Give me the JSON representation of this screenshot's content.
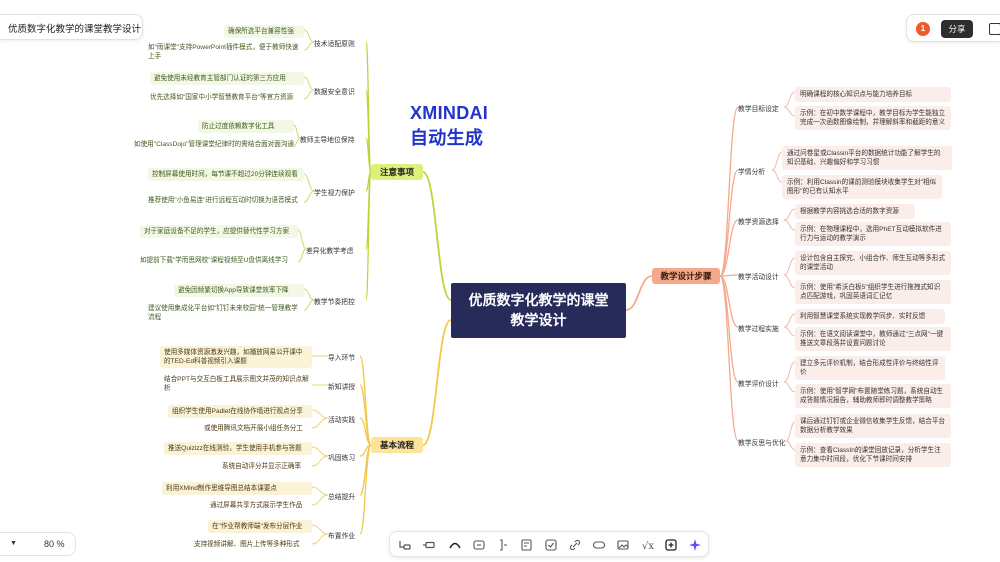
{
  "document": {
    "title": "优质数字化教学的课堂教学设计"
  },
  "header": {
    "notification_count": "1",
    "share_label": "分享"
  },
  "zoom": {
    "value": "80 %"
  },
  "watermark": "XMINDAI 自动生成",
  "central_topic": {
    "line1": "优质数字化教学的课堂",
    "line2": "教学设计"
  },
  "colors": {
    "central": "#262b5a",
    "green_branch": "#dff07a",
    "yellow_branch": "#fde49a",
    "orange_branch": "#f4a98a",
    "share_button": "#2d2d2d",
    "badge": "#f05a28"
  },
  "branches": {
    "notes": {
      "label": "注意事项",
      "subs": [
        {
          "label": "技术适配原则",
          "leaves": [
            "确保所选平台兼容性强",
            "如\"雨课堂\"支持PowerPoint插件模式，便于教师快速上手"
          ]
        },
        {
          "label": "数据安全意识",
          "leaves": [
            "避免使用未经教育主管部门认证的第三方应用",
            "优先选择如\"国家中小学智慧教育平台\"等官方资源"
          ]
        },
        {
          "label": "教师主导地位保持",
          "leaves": [
            "防止过度依赖数字化工具",
            "如使用\"ClassDojo\"管理课堂纪律时的需结合面对面沟通"
          ]
        },
        {
          "label": "学生视力保护",
          "leaves": [
            "控制屏幕使用时间，每节课不超过20分钟连续观看",
            "推荐使用\"小鱼易连\"进行远程互动时切换为语音模式"
          ]
        },
        {
          "label": "差异化教学考虑",
          "leaves": [
            "对于家庭设备不足的学生，应提供替代性学习方案",
            "如提前下载\"学而思网校\"课程视频至U盘供离线学习"
          ]
        },
        {
          "label": "教学节奏把控",
          "leaves": [
            "避免因频繁切换App导致课堂效率下降",
            "建议使用集成化平台如\"钉钉未来校园\"统一管理教学流程"
          ]
        }
      ]
    },
    "process": {
      "label": "基本流程",
      "subs": [
        {
          "label": "导入环节",
          "leaves": [
            "使用多媒体资源激发兴趣，如播放网易公开课中的TED-Ed科普视频引入课题"
          ]
        },
        {
          "label": "新知讲授",
          "leaves": [
            "结合PPT与交互白板工具展示图文并茂的知识点解析"
          ]
        },
        {
          "label": "活动实践",
          "leaves": [
            "组织学生使用Padlet在线协作墙进行观点分享",
            "或使用腾讯文档开展小组任务分工"
          ]
        },
        {
          "label": "巩固练习",
          "leaves": [
            "推送Quizizz在线测验，学生使用手机参与答题",
            "系统自动评分并显示正确率"
          ]
        },
        {
          "label": "总结提升",
          "leaves": [
            "利用XMind制作思维导图总结本课要点",
            "通过屏幕共享方式展示学生作品"
          ]
        },
        {
          "label": "布置作业",
          "leaves": [
            "在\"作业帮教师端\"发布分层作业",
            "支持视频讲解、图片上传等多种形式"
          ]
        }
      ]
    },
    "steps": {
      "label": "教学设计步骤",
      "subs": [
        {
          "label": "教学目标设定",
          "leaves": [
            "明确课程的核心知识点与能力培养目标",
            "示例：在初中数学课程中，教学目标为学生能独立完成一次函数图像绘制，并理解斜率和截距的意义"
          ]
        },
        {
          "label": "学情分析",
          "leaves": [
            "通过问卷星或Classin平台的数据统计功能了解学生的知识基础、兴趣偏好和学习习惯",
            "示例：利用Classin的课前测验模块收集学生对\"相似图形\"的已有认知水平"
          ]
        },
        {
          "label": "教学资源选择",
          "leaves": [
            "根据教学内容挑选合适的数字资源",
            "示例：在物理课程中，选用PhET互动模拟软件进行力与运动的教学演示"
          ]
        },
        {
          "label": "教学活动设计",
          "leaves": [
            "设计包含自主探究、小组合作、师生互动等多形式的课堂活动",
            "示例：使用\"希沃白板5\"组织学生进行拖拽式知识点匹配游戏，巩固英语词汇记忆"
          ]
        },
        {
          "label": "教学过程实施",
          "leaves": [
            "利用智慧课堂系统实现教学同步、实时反馈",
            "示例：在语文阅读课堂中，教师通过\"三点网\"一键推送文章段落并设置问题讨论"
          ]
        },
        {
          "label": "教学评价设计",
          "leaves": [
            "建立多元评价机制，结合形成性评价与终结性评价",
            "示例：使用\"智学网\"布置随堂练习题，系统自动生成答题情况报告，辅助教师即时调整教学策略"
          ]
        },
        {
          "label": "教学反思与优化",
          "leaves": [
            "课后通过钉钉或企业微信收集学生反馈，结合平台数据分析教学效果",
            "示例：查看ClassIn的课堂回放记录，分析学生注意力集中时间段，优化下节课时间安排"
          ]
        }
      ]
    }
  }
}
